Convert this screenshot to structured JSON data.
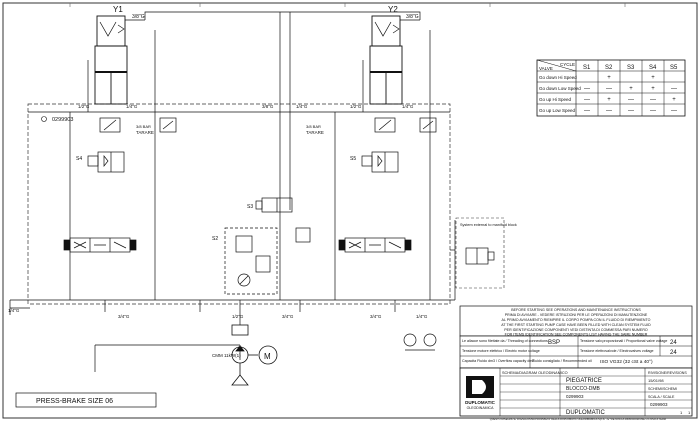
{
  "cylinders": {
    "left": "Y1",
    "right": "Y2"
  },
  "part_code": "0299903",
  "pipe_labels": {
    "top_left": "3/8\"G",
    "top_right": "3/8\"G",
    "rail_left_a": "1/2\"G",
    "rail_left_b": "1/4\"G",
    "rail_mid_a": "3/8\"G",
    "rail_mid_b": "1/4\"G",
    "rail_right_a": "1/2\"G",
    "rail_right_b": "1/4\"G",
    "bottom_1": "3/4\"G",
    "bottom_2": "1/2\"G",
    "bottom_3": "3/4\"G",
    "bottom_4": "3/4\"G",
    "bottom_5": "1/4\"G",
    "left_inlet": "1/4\"G"
  },
  "components": {
    "taratre_left": "TARARE",
    "taratre_right": "TARARE",
    "s4": "S4",
    "s3": "S3",
    "s2": "S2",
    "s5": "S5",
    "motor": "M",
    "motor_spec": "CMM 11kW(1)",
    "bar_left": "3/8 BAR",
    "bar_right": "3/8 BAR",
    "box_note": "System external to manifold block"
  },
  "cycle_table": {
    "corner_top": "CYCLE",
    "corner_bottom": "VALVE",
    "columns": [
      "S1",
      "S2",
      "S3",
      "S4",
      "S5"
    ],
    "rows": [
      {
        "label": "Go down Hi Speed",
        "cells": [
          "",
          "+",
          "",
          "+",
          ""
        ]
      },
      {
        "label": "Go down Low Speed",
        "cells": [
          "—",
          "—",
          "+",
          "+",
          "—"
        ]
      },
      {
        "label": "Go up Hi Speed",
        "cells": [
          "—",
          "+",
          "—",
          "—",
          "+"
        ]
      },
      {
        "label": "Go up Low Speed",
        "cells": [
          "—",
          "—",
          "—",
          "—",
          "—"
        ]
      }
    ]
  },
  "notes": {
    "line1": "BEFORE STARTING SEE OPERATIONS AND MAINTENANCE INSTRUCTIONS",
    "line2": "PRIMA DI AVVIARE - VEDERE ISTRUZIONI PER LE OPERAZIONI DI MANUTENZIONE",
    "line3": "AL PRIMO AVVIAMENTO RIEMPIRE IL CORPO POMPA CON IL FLUIDO DI RIEMPIMENTO",
    "line4": "AT THE FIRST STARTING PUMP CASE HAVE BEEN FILLED WITH CLEAN SYSTEM FLUID",
    "line5": "PER IDENTIFICAZIONE COMPONENTI VEDI DISTINTA DI COMMESSA PARI NUMERO",
    "line6": "FOR ITEMS IDENTIFICATION SEE COMPONENTS LIST HAVING THE SAME NUMBER"
  },
  "spec_table": {
    "threading_label": "Le allacce sono filettate da / Threading of connections",
    "threading_value": "BSP",
    "electric_label": "Tensione motore elettrico / Electric motor voltage",
    "prop_label": "Tensione valv.proporzionali / Proportional valve voltage",
    "prop_value": "24",
    "solenoid_label": "Tensione elettrovalvole / Electrovalves voltage",
    "solenoid_value": "24",
    "capacity_label": "Capacita Fluido dm3 / Overflow capacity dm3",
    "fluid_label": "Fluido consigliato / Recommended oil",
    "fluid_value": "ISO VG32 (32 cSt a 40°)"
  },
  "title_block": {
    "brand": "DUPLOMATIC",
    "brand_sub": "OLEODINAMICA",
    "scheme_label": "SCHEMA/DIAGRAM OLEODINAMICO",
    "machine_label": "PIEGATRICE",
    "block_label": "BLOCCO-DMB",
    "customer": "DUPLOMATIC",
    "drawing_no": "0299903",
    "drawing_no2": "0299903",
    "date": "15/01/98",
    "code": "SCHEMI/SCHEMI",
    "revision": "RIVISIONE/REVISIONS",
    "scale": "SCALA / SCALE",
    "sheet_a": "1",
    "sheet_b": "1",
    "footer": "QUESTO DISEGNO E' DI ESCLUSIVA PROPRIETA' DELLA DUPLOMATIC OLEODINAMICA S.p.A. - E' VIETATA LA RIPRODUZIONE O L'USO A TERZI"
  },
  "press_label": "PRESS-BRAKE SIZE 06"
}
